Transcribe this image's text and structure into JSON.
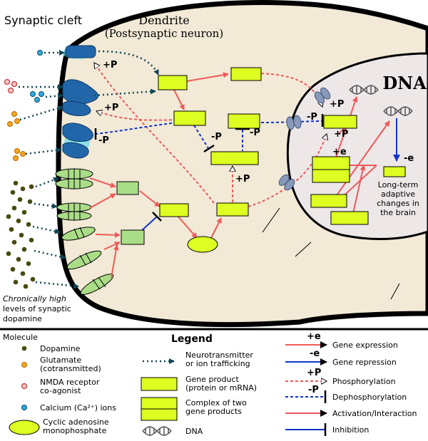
{
  "labels": {
    "synaptic_cleft": "Synaptic cleft",
    "dendrite": "Dendrite",
    "postsynaptic": "(Postsynaptic neuron)",
    "dna": "DNA",
    "chronic_line1": "Chronically high",
    "chronic_line2": "levels of synaptic",
    "chronic_line3": "dopamine",
    "longterm_line1": "Long-term",
    "longterm_line2": "adaptive",
    "longterm_line3": "changes in",
    "longterm_line4": "the brain",
    "plus_p": "+P",
    "minus_p": "-P",
    "plus_e": "+e",
    "minus_e": "-e"
  },
  "legend": {
    "title": "Legend",
    "molecule_header": "Molecule",
    "molecules": {
      "dopamine": "Dopamine",
      "glutamate_1": "Glutamate",
      "glutamate_2": "(cotransmitted)",
      "nmda_1": "NMDA receptor",
      "nmda_2": "co-agonist",
      "calcium": "Calcium (Ca²⁺) ions",
      "camp_1": "Cyclic adenosine",
      "camp_2": "monophosphate"
    },
    "items": {
      "transport_1": "Neurotransmitter",
      "transport_2": "or ion trafficking",
      "gene_product_1": "Gene product",
      "gene_product_2": "(protein or mRNA)",
      "complex_1": "Complex of two",
      "complex_2": "gene products",
      "dna": "DNA"
    },
    "arrows": {
      "plus_e": "+e",
      "gene_expression": "Gene expression",
      "minus_e": "-e",
      "gene_repression": "Gene repression",
      "plus_p": "+P",
      "phosphorylation": "Phosphorylation",
      "minus_p": "-P",
      "dephosphorylation": "Dephosphorylation",
      "activation": "Activation/Interaction",
      "inhibition": "Inhibition"
    }
  },
  "colors": {
    "cytoplasm": "#f2ead6",
    "nucleus": "#ede7e8",
    "gene_box": "#ddff22",
    "gene_box_light": "#aadd88",
    "activation": "#ee5a5a",
    "inhibition": "#1133cc",
    "transport": "#114455",
    "dopamine": "#4a4a10",
    "glutamate": "#f5a623",
    "nmda": "#dd4444",
    "calcium": "#33aadd",
    "receptor_blue": "#2266aa",
    "receptor_green": "#aadd88"
  }
}
